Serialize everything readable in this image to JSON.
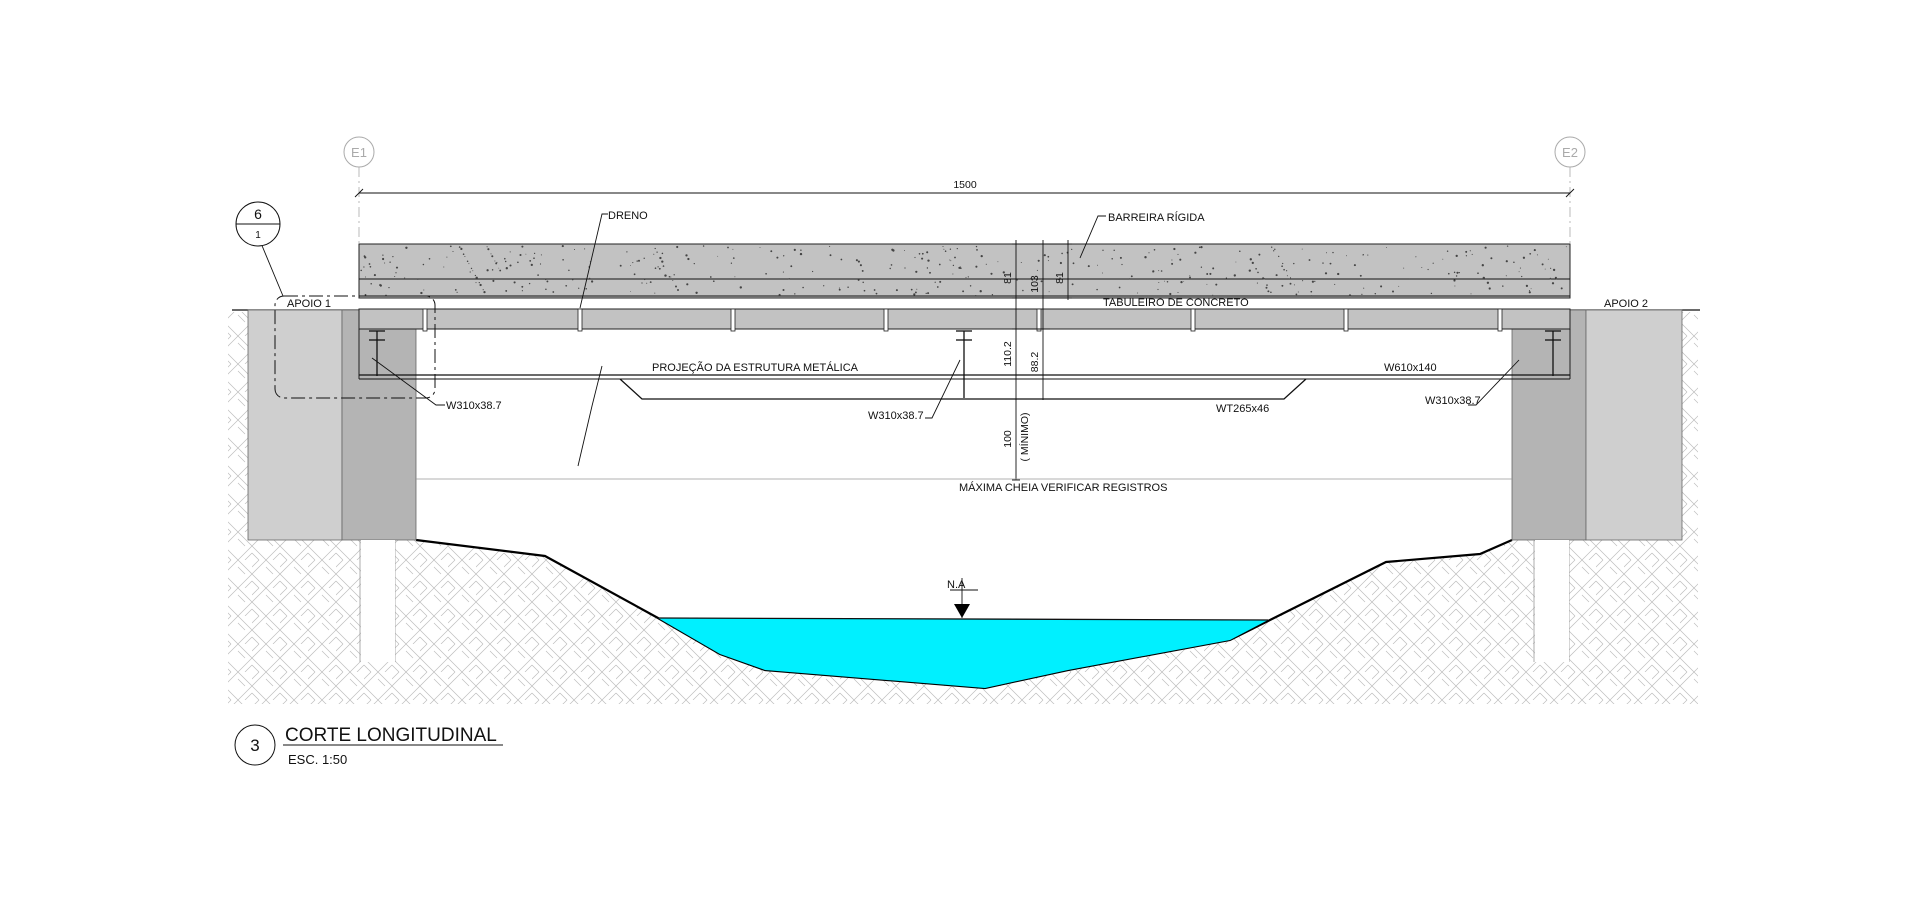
{
  "grid_marks": {
    "left": "E1",
    "right": "E2"
  },
  "section_ref": {
    "number": "6",
    "sheet": "1"
  },
  "dimensions": {
    "span": "1500",
    "barrier_height_a": "81",
    "barrier_height_b": "103",
    "barrier_height_c": "81",
    "girder_depth": "110.2",
    "girder_depth_b": "88.2",
    "clearance": "100",
    "clearance_note": "( MÍNIMO)"
  },
  "labels": {
    "dreno": "DRENO",
    "barreira": "BARREIRA RÍGIDA",
    "tabuleiro": "TABULEIRO DE CONCRETO",
    "apoio1": "APOIO 1",
    "apoio2": "APOIO 2",
    "projecao": "PROJEÇÃO DA ESTRUTURA METÁLICA",
    "w610": "W610x140",
    "w310_left": "W310x38.7",
    "w310_mid": "W310x38.7",
    "w310_right": "W310x38.7",
    "wt265": "WT265x46",
    "cheia": "MÁXIMA CHEIA VERIFICAR REGISTROS",
    "na": "N.A"
  },
  "title_block": {
    "number": "3",
    "title": "CORTE LONGITUDINAL",
    "scale": "ESC. 1:50"
  },
  "colors": {
    "water": "#00f0ff",
    "concrete": "#c2c2c2",
    "abutment_dark": "#b4b4b4",
    "abutment_light": "#cfcfcf"
  }
}
